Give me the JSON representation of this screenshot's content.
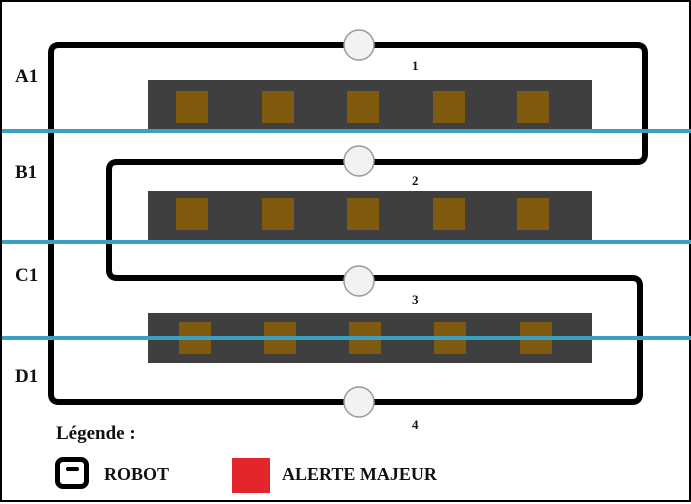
{
  "rows": [
    {
      "label": "A1"
    },
    {
      "label": "B1"
    },
    {
      "label": "C1"
    },
    {
      "label": "D1"
    }
  ],
  "stations": [
    {
      "number": "1"
    },
    {
      "number": "2"
    },
    {
      "number": "3"
    },
    {
      "number": "4"
    }
  ],
  "shelves": [
    {
      "slots": 5
    },
    {
      "slots": 5
    },
    {
      "slots": 5
    }
  ],
  "legend": {
    "title": "Légende :",
    "robot_label": "ROBOT",
    "alert_label": "ALERTE MAJEUR"
  },
  "colors": {
    "shelf": "#3f3f3f",
    "slot": "#7f5a0f",
    "path": "#000000",
    "aisle_line": "#3aa1c2",
    "station": "#f2f2f2",
    "alert": "#e3262c"
  }
}
